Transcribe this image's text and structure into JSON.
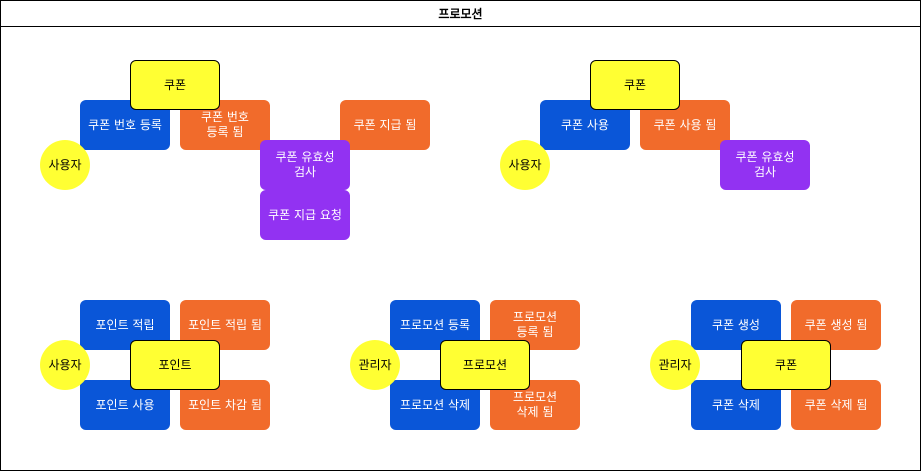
{
  "title": "프로모션",
  "colors": {
    "command": "#0a56d8",
    "event": "#f16b2b",
    "policy": "#9232f2",
    "aggregate": "#ffff33",
    "actor": "#ffff33"
  },
  "groups": {
    "coupon_issue": {
      "aggregate": "쿠폰",
      "actor": "사용자",
      "command": "쿠폰 번호 등록",
      "event_registered": "쿠폰 번호\n등록 됨",
      "policy_validate": "쿠폰 유효성\n검사",
      "event_issued": "쿠폰 지급 됨",
      "policy_request": "쿠폰 지급 요청"
    },
    "coupon_use": {
      "aggregate": "쿠폰",
      "actor": "사용자",
      "command": "쿠폰 사용",
      "event_used": "쿠폰 사용 됨",
      "policy_validate": "쿠폰 유효성\n검사"
    },
    "point": {
      "aggregate": "포인트",
      "actor": "사용자",
      "command_earn": "포인트 적립",
      "event_earned": "포인트 적립 됨",
      "command_use": "포인트 사용",
      "event_deducted": "포인트 차감 됨"
    },
    "promotion": {
      "aggregate": "프로모션",
      "actor": "관리자",
      "command_register": "프로모션 등록",
      "event_registered": "프로모션\n등록 됨",
      "command_delete": "프로모션 삭제",
      "event_deleted": "프로모션\n삭제 됨"
    },
    "coupon_admin": {
      "aggregate": "쿠폰",
      "actor": "관리자",
      "command_create": "쿠폰 생성",
      "event_created": "쿠폰 생성 됨",
      "command_delete": "쿠폰 삭제",
      "event_deleted": "쿠폰 삭제 됨"
    }
  }
}
